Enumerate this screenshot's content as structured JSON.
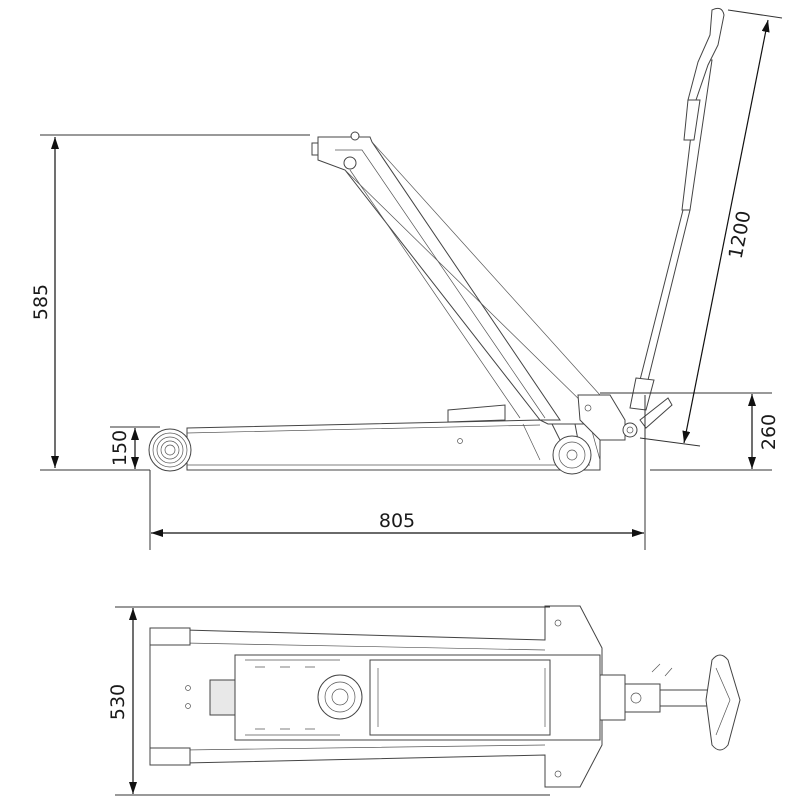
{
  "drawing": {
    "side_view": {
      "dimensions": {
        "total_height": "585",
        "frame_height": "150",
        "total_length": "805",
        "handle_length": "1200",
        "handle_pivot_height": "260"
      }
    },
    "top_view": {
      "dimensions": {
        "width": "530"
      }
    }
  }
}
